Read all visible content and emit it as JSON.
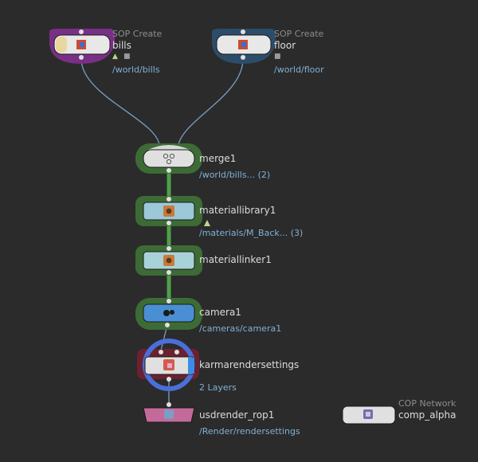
{
  "corner_text": "...",
  "nodes": {
    "bills": {
      "type_label": "SOP Create",
      "name": "bills",
      "path": "/world/bills"
    },
    "floor": {
      "type_label": "SOP Create",
      "name": "floor",
      "path": "/world/floor"
    },
    "merge1": {
      "name": "merge1",
      "path": "/world/bills... (2)"
    },
    "materiallibrary1": {
      "name": "materiallibrary1",
      "path": "/materials/M_Back... (3)"
    },
    "materiallinker1": {
      "name": "materiallinker1"
    },
    "camera1": {
      "name": "camera1",
      "path": "/cameras/camera1"
    },
    "karmarendersettings": {
      "name": "karmarendersettings",
      "path": "2 Layers"
    },
    "usdrender_rop1": {
      "name": "usdrender_rop1",
      "path": "/Render/rendersettings"
    },
    "comp_alpha": {
      "type_label": "COP Network",
      "name": "comp_alpha"
    }
  },
  "colors": {
    "background": "#2b2b2b",
    "wire": "#7a9ec4",
    "selected_halo": "#3d6b35",
    "bills_halo": "#7a2f86",
    "floor_halo": "#2c4d6a",
    "camera_node": "#4a8fd4",
    "render_halo": "#6b2230",
    "render_ring": "#4a6fd8",
    "rop_node": "#c46a9a"
  }
}
